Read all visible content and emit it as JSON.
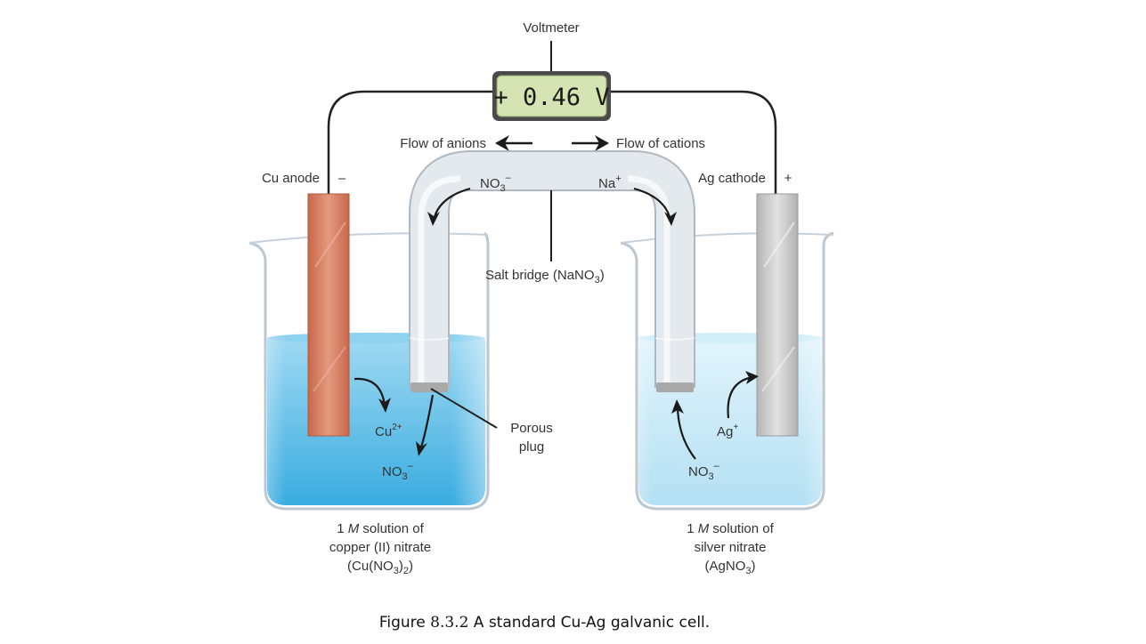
{
  "voltmeter": {
    "label": "Voltmeter",
    "reading": "+ 0.46 V"
  },
  "flow": {
    "anions": "Flow of anions",
    "cations": "Flow of cations"
  },
  "anode": {
    "label": "Cu anode",
    "sign": "–"
  },
  "cathode": {
    "label": "Ag cathode",
    "sign": "+"
  },
  "salt_bridge": {
    "label_main": "Salt bridge (NaNO",
    "label_sub": "3",
    "label_end": ")",
    "anion": {
      "main": "NO",
      "sub": "3",
      "sup": "–"
    },
    "cation": {
      "main": "Na",
      "sup": "+"
    }
  },
  "porous_plug": {
    "line1": "Porous",
    "line2": "plug"
  },
  "left_ions": {
    "cu": {
      "main": "Cu",
      "sup": "2+"
    },
    "no3": {
      "main": "NO",
      "sub": "3",
      "sup": "–"
    }
  },
  "right_ions": {
    "ag": {
      "main": "Ag",
      "sup": "+"
    },
    "no3": {
      "main": "NO",
      "sub": "3",
      "sup": "–"
    }
  },
  "left_solution": {
    "line1_prefix": "1 ",
    "line1_italic": "M",
    "line1_suffix": " solution of",
    "line2": "copper (II) nitrate",
    "line3_main": "(Cu(NO",
    "line3_sub": "3",
    "line3_end": ")",
    "line3_sub2": "2",
    "line3_close": ")"
  },
  "right_solution": {
    "line1_prefix": "1 ",
    "line1_italic": "M",
    "line1_suffix": " solution of",
    "line2": "silver nitrate",
    "line3_main": "(AgNO",
    "line3_sub": "3",
    "line3_close": ")"
  },
  "caption": {
    "prefix": "Figure ",
    "number": "8.3.2",
    "text": " A standard Cu-Ag galvanic cell."
  },
  "colors": {
    "copper": "#d9826a",
    "silver": "#c9c9c9",
    "left_solution": "#5bbde6",
    "right_solution": "#bfe6f5",
    "meter_screen": "#d8e6b8",
    "wire": "#222222"
  }
}
